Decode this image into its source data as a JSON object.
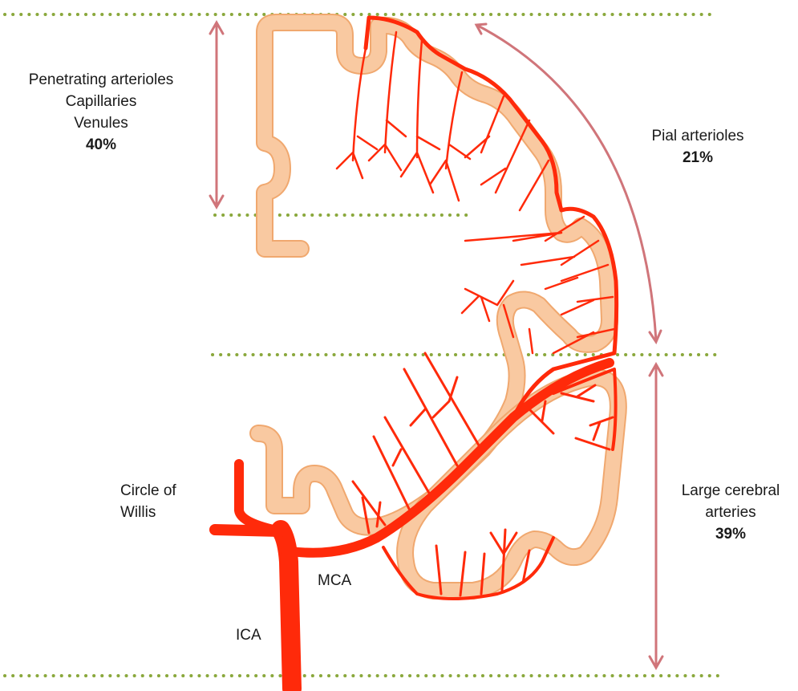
{
  "colors": {
    "artery": "#ff2a0a",
    "cortex": "#f9c9a1",
    "cortex_edge": "#f0a86f",
    "guide_line": "#8aa83c",
    "arrow": "#d0757a"
  },
  "icons": {
    "top_arrow": "double-headed-vertical-arrow",
    "right_arc_arrow": "double-headed-curved-arrow",
    "bottom_arrow": "double-headed-vertical-arrow"
  },
  "labels": {
    "penetrating": {
      "line1": "Penetrating arterioles",
      "line2": "Capillaries",
      "line3": "Venules",
      "pct": "40%"
    },
    "pial": {
      "line1": "Pial arterioles",
      "pct": "21%"
    },
    "large": {
      "line1": "Large cerebral",
      "line2": "arteries",
      "pct": "39%"
    },
    "circle_of_willis": {
      "line1": "Circle of",
      "line2": "Willis"
    },
    "mca": "MCA",
    "ica": "ICA"
  }
}
